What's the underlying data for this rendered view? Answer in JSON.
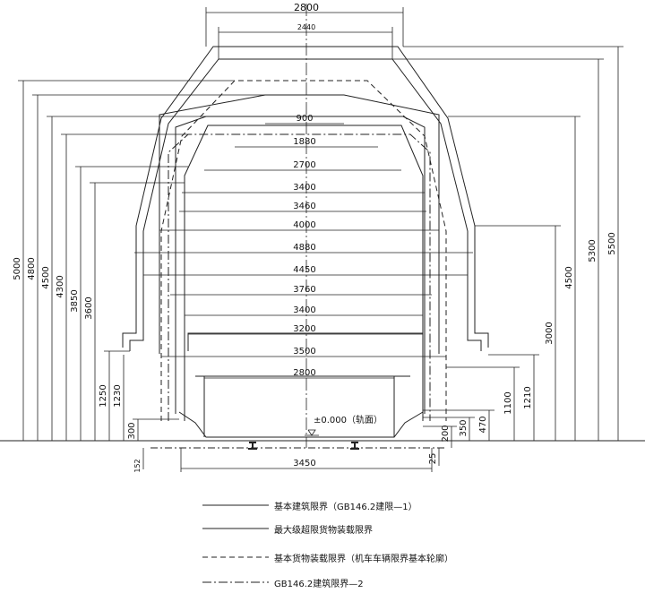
{
  "top_dims": [
    "2800",
    "2440"
  ],
  "horizontal_dims": [
    "900",
    "1880",
    "2700",
    "3400",
    "3460",
    "4000",
    "4880",
    "4450",
    "3760",
    "3400",
    "3200",
    "3500",
    "2800"
  ],
  "left_dims": [
    "5000",
    "4800",
    "4500",
    "4300",
    "3850",
    "3600",
    "1250",
    "1230",
    "300",
    "152"
  ],
  "right_dims": [
    "5500",
    "5300",
    "4500",
    "3000",
    "1210",
    "1100",
    "470",
    "350",
    "200",
    "25"
  ],
  "bottom_dim": "3450",
  "rail_label": "±0.000（轨面）",
  "legend": [
    {
      "label": "基本建筑限界（GB146.2建限—1）",
      "style": "solid"
    },
    {
      "label": "最大级超限货物装载限界",
      "style": "solid"
    },
    {
      "label": "基本货物装载限界（机车车辆限界基本轮廓）",
      "style": "dashed"
    },
    {
      "label": "GB146.2建筑限界—2",
      "style": "dashdot"
    }
  ]
}
